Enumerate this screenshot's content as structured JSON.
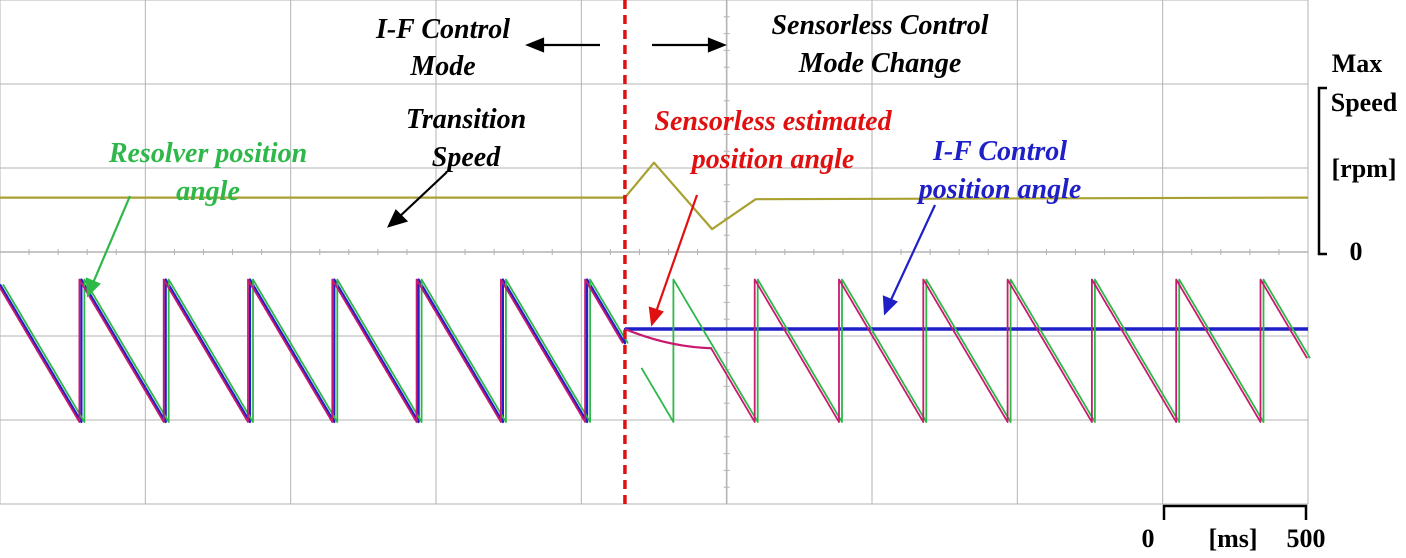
{
  "colors": {
    "grid": "#b3b3b3",
    "speed": "#a8a030",
    "resolver": "#2fb84a",
    "sensorless": "#c81a6e",
    "if_control": "#1f1fc8",
    "marker": "#e01010",
    "text": "#000000"
  },
  "annotations": {
    "if_mode_line1": "I-F Control",
    "if_mode_line2": "Mode",
    "sensorless_mode_line1": "Sensorless Control",
    "sensorless_mode_line2": "Mode Change",
    "transition_line1": "Transition",
    "transition_line2": "Speed",
    "resolver_line1": "Resolver position",
    "resolver_line2": "angle",
    "sensorless_est_line1": "Sensorless estimated",
    "sensorless_est_line2": "position angle",
    "if_pos_line1": "I-F Control",
    "if_pos_line2": "position angle"
  },
  "speed_scale": {
    "top_line1": "Max",
    "top_line2": "Speed",
    "unit": "[rpm]",
    "bottom": "0"
  },
  "time_scale": {
    "start": "0",
    "unit": "[ms]",
    "end": "500"
  },
  "chart_data": {
    "type": "line",
    "x_unit": "ms",
    "x_range": [
      0,
      4500
    ],
    "mode_change_time": 2150,
    "series": [
      {
        "key": "speed",
        "x": [
          0,
          2150,
          2250,
          2450,
          2600,
          4500
        ],
        "y": [
          0.34,
          0.34,
          0.55,
          0.15,
          0.33,
          0.34
        ]
      },
      {
        "key": "resolver",
        "period": 290,
        "phase": 280,
        "high": 0.95,
        "low": 0.0,
        "t_start": 0,
        "t_end": 4500,
        "decay_after_change": [
          2150,
          2200
        ]
      },
      {
        "key": "sensorless",
        "period": 290,
        "phase": 280,
        "high": 0.95,
        "low": 0.0,
        "t_start": 0,
        "t_end": 4500,
        "dip_at_change": [
          2150,
          2450,
          0.62
        ]
      },
      {
        "key": "if_control",
        "period": 290,
        "phase": 280,
        "high": 0.95,
        "low": 0.0,
        "t_start": 0,
        "t_end": 2150,
        "hold_value": 0.62,
        "hold_end": 4500
      }
    ]
  }
}
